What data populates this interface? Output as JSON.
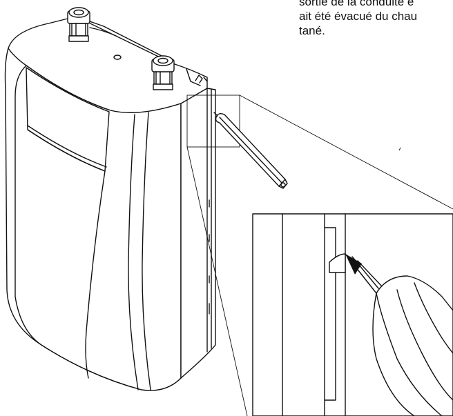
{
  "instructions": {
    "lines": [
      "sortie de la conduite e",
      "ait été évacué du chau",
      "tané."
    ]
  }
}
